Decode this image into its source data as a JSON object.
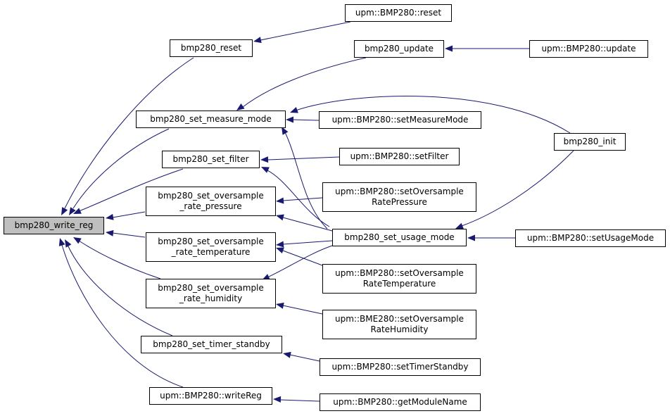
{
  "diagram": {
    "edge_color": "#191970",
    "highlight_color": "#bfbfbf",
    "nodes": {
      "write_reg": [
        "bmp280_write_reg"
      ],
      "reset": [
        "bmp280_reset"
      ],
      "set_measure_mode": [
        "bmp280_set_measure_mode"
      ],
      "set_filter": [
        "bmp280_set_filter"
      ],
      "set_oversample_rate_pressure": [
        "bmp280_set_oversample",
        "_rate_pressure"
      ],
      "set_oversample_rate_temperature": [
        "bmp280_set_oversample",
        "_rate_temperature"
      ],
      "set_oversample_rate_humidity": [
        "bmp280_set_oversample",
        "_rate_humidity"
      ],
      "set_timer_standby": [
        "bmp280_set_timer_standby"
      ],
      "upm_writeReg": [
        "upm::BMP280::writeReg"
      ],
      "upm_reset": [
        "upm::BMP280::reset"
      ],
      "update": [
        "bmp280_update"
      ],
      "upm_update": [
        "upm::BMP280::update"
      ],
      "upm_setMeasureMode": [
        "upm::BMP280::setMeasureMode"
      ],
      "init": [
        "bmp280_init"
      ],
      "upm_setFilter": [
        "upm::BMP280::setFilter"
      ],
      "upm_setOversampleRatePressure": [
        "upm::BMP280::setOversample",
        "RatePressure"
      ],
      "set_usage_mode": [
        "bmp280_set_usage_mode"
      ],
      "upm_setUsageMode": [
        "upm::BMP280::setUsageMode"
      ],
      "upm_setOversampleRateTemperature": [
        "upm::BMP280::setOversample",
        "RateTemperature"
      ],
      "bme_setOversampleRateHumidity": [
        "upm::BME280::setOversample",
        "RateHumidity"
      ],
      "upm_setTimerStandby": [
        "upm::BMP280::setTimerStandby"
      ],
      "upm_getModuleName": [
        "upm::BMP280::getModuleName"
      ]
    }
  }
}
